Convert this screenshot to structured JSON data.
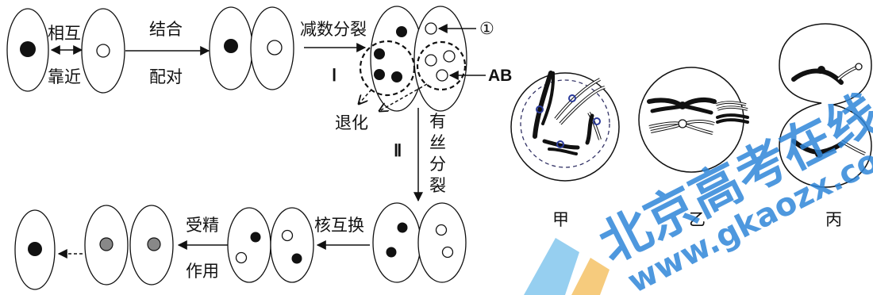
{
  "labels": {
    "approach_1": "相互",
    "approach_2": "靠近",
    "combine": "结合",
    "pair": "配对",
    "meiosis": "减数分裂",
    "stage_1": "Ⅰ",
    "marker": "①",
    "ab": "AB",
    "degenerate": "退化",
    "stage_2": "Ⅱ",
    "mitosis_1": "有",
    "mitosis_2": "丝",
    "mitosis_3": "分",
    "mitosis_4": "裂",
    "exchange": "核互换",
    "fert_1": "受精",
    "fert_2": "作用",
    "cell_jia": "甲",
    "cell_yi": "乙",
    "cell_bing": "丙"
  },
  "watermark": {
    "cn": "北京高考在线",
    "url": "www.gkaozx.com",
    "color": "#2f86d8"
  }
}
